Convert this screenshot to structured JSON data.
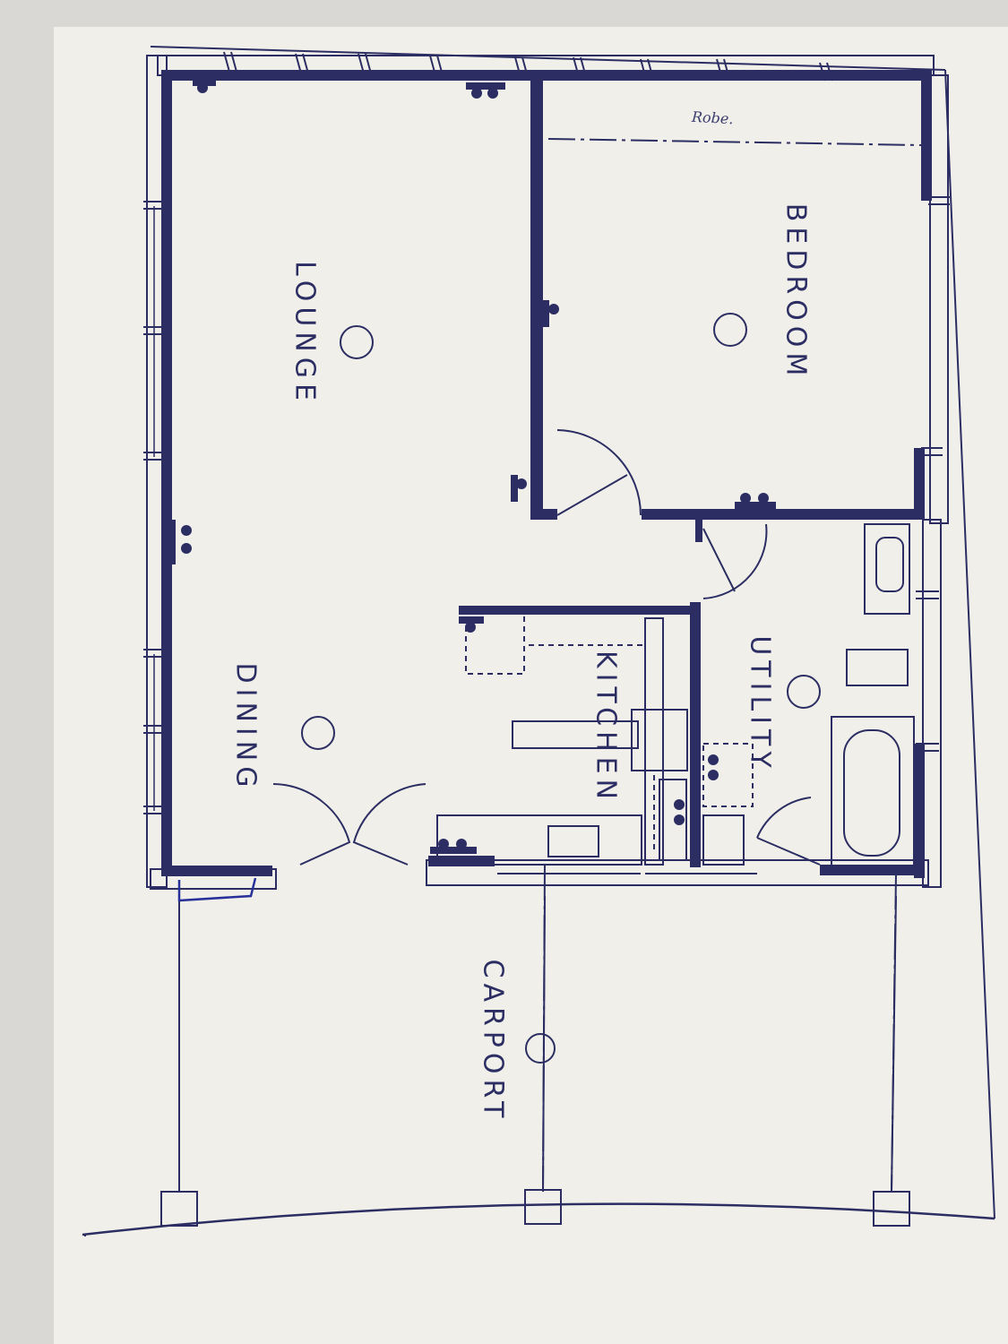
{
  "rooms": {
    "lounge": "LOUNGE",
    "bedroom": "BEDROOM",
    "dining": "DINING",
    "kitchen": "KITCHEN",
    "utility": "UTILITY",
    "carport": "CARPORT"
  },
  "notes": {
    "robe": "Robe."
  },
  "colors": {
    "paper": "#f0efe9",
    "ink": "#2c2e63",
    "background": "#d9d8d4"
  }
}
